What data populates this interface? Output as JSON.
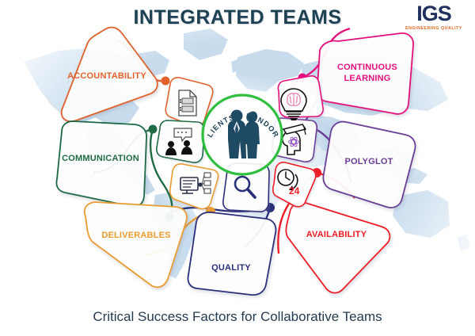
{
  "header": {
    "title": "INTEGRATED TEAMS",
    "logo_main": "IGS",
    "logo_tagline": "ENGINEERING QUALITY"
  },
  "center": {
    "arc_label": "CLIENTS + VENDORS",
    "icon": "two-business-people-icon",
    "ring_color": "#2fbf3f"
  },
  "caption": "Critical Success Factors for Collaborative Teams",
  "colors": {
    "title": "#1d4254",
    "caption": "#243b50",
    "map_fill": "#c2d9ec",
    "map_dark": "#b0cde4",
    "background": "#ffffff"
  },
  "factors": [
    {
      "key": "accountability",
      "label": "ACCOUNTABILITY",
      "color": "#e0622a",
      "icon": "document-checklist-icon",
      "dot_color": "#e0622a"
    },
    {
      "key": "communication",
      "label": "COMMUNICATION",
      "color": "#1f6b45",
      "icon": "people-speech-bubble-icon",
      "dot_color": "#1f6b45"
    },
    {
      "key": "deliverables",
      "label": "DELIVERABLES",
      "color": "#eb9c2d",
      "icon": "monitor-workflow-icon",
      "dot_color": "#eb9c2d"
    },
    {
      "key": "quality",
      "label": "QUALITY",
      "color": "#2a2f7a",
      "icon": "magnifier-icon",
      "dot_color": "#2a2f7a"
    },
    {
      "key": "availability",
      "label": "AVAILABILITY",
      "color": "#ee1c25",
      "icon": "clock-24-icon",
      "icon_badge": "24",
      "dot_color": "#ee1c25"
    },
    {
      "key": "polyglot",
      "label": "POLYGLOT",
      "color": "#6b3c95",
      "icon": "head-graduate-idea-icon",
      "dot_color": "#6b3c95"
    },
    {
      "key": "continuous-learning",
      "label": "CONTINUOUS LEARNING",
      "label_line1": "CONTINUOUS",
      "label_line2": "LEARNING",
      "color": "#e5117c",
      "icon": "lightbulb-brain-icon",
      "dot_color": "#e5117c"
    }
  ]
}
